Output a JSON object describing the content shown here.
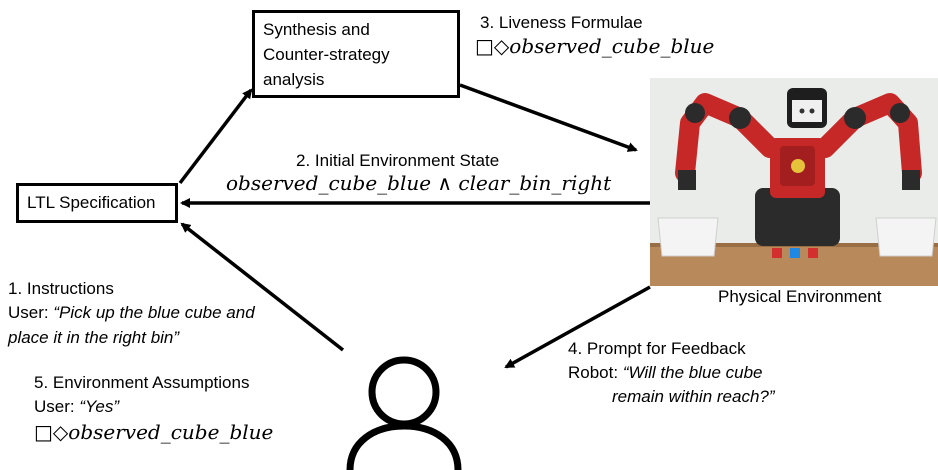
{
  "nodes": {
    "synthesis": {
      "line1": "Synthesis and",
      "line2": "Counter-strategy",
      "line3": "analysis"
    },
    "ltl": {
      "label": "LTL Specification"
    },
    "physical": {
      "label": "Physical Environment"
    }
  },
  "edges": {
    "liveness": {
      "title": "3. Liveness Formulae",
      "formula": "□◇observed_cube_blue"
    },
    "initial_state": {
      "title": "2. Initial Environment State",
      "formula": "observed_cube_blue ∧ clear_bin_right"
    },
    "instructions": {
      "title": "1. Instructions",
      "user_prefix": "User: ",
      "quote_line1": "“Pick up the blue cube and",
      "quote_line2": "place it in the right bin”"
    },
    "assumptions": {
      "title": "5. Environment Assumptions",
      "user_prefix": "User: ",
      "quote": "“Yes”",
      "formula": "□◇observed_cube_blue"
    },
    "feedback": {
      "title": "4. Prompt for Feedback",
      "robot_prefix": "Robot: ",
      "quote_line1": "“Will the blue cube",
      "quote_line2": "remain within reach?”"
    }
  },
  "colors": {
    "robot_red": "#c62828",
    "robot_dark": "#2b2b2b",
    "wall": "#e9ece8",
    "table": "#b8895a",
    "bin": "#f4f4f4"
  },
  "icons": {
    "user": "person-outline-icon",
    "robot": "baxter-robot-photo"
  }
}
